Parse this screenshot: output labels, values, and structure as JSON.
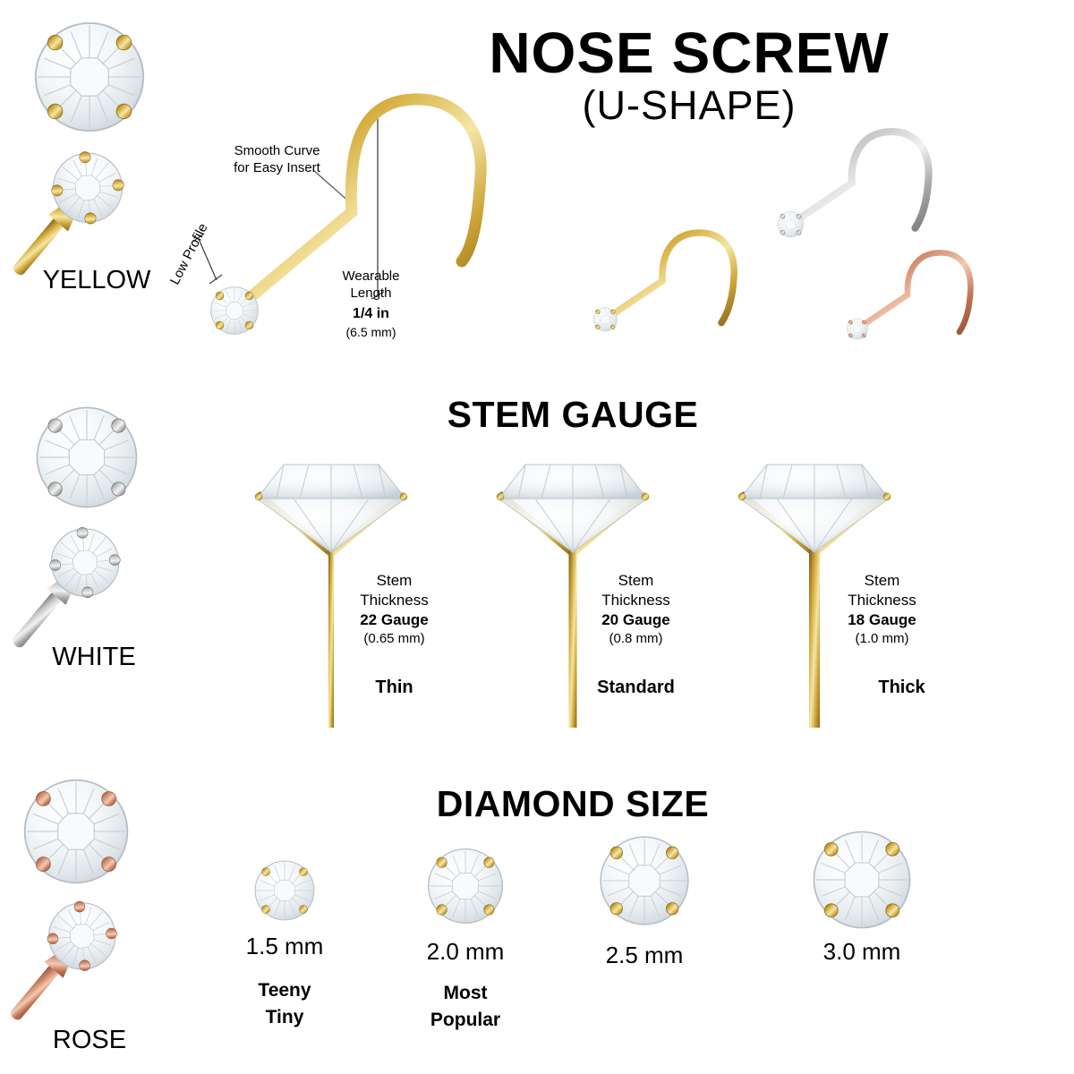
{
  "header": {
    "title": "NOSE SCREW",
    "subtitle": "(U-SHAPE)"
  },
  "metal_colors": [
    {
      "id": "yellow",
      "label": "YELLOW",
      "hex": "#d4af37"
    },
    {
      "id": "white",
      "label": "WHITE",
      "hex": "#c6c6c6"
    },
    {
      "id": "rose",
      "label": "ROSE",
      "hex": "#cf8a6a"
    }
  ],
  "diagram": {
    "smooth_curve_note": "Smooth Curve\nfor Easy Insert",
    "low_profile_note": "Low Profile",
    "wearable_length_label": "Wearable Length",
    "wearable_length_value": "1/4 in",
    "wearable_length_metric": "(6.5 mm)"
  },
  "stem_gauge": {
    "section_title": "STEM GAUGE",
    "items": [
      {
        "label_line1": "Stem",
        "label_line2": "Thickness",
        "gauge": "22 Gauge",
        "metric": "(0.65 mm)",
        "name": "Thin"
      },
      {
        "label_line1": "Stem",
        "label_line2": "Thickness",
        "gauge": "20 Gauge",
        "metric": "(0.8 mm)",
        "name": "Standard"
      },
      {
        "label_line1": "Stem",
        "label_line2": "Thickness",
        "gauge": "18 Gauge",
        "metric": "(1.0 mm)",
        "name": "Thick"
      }
    ]
  },
  "diamond_size": {
    "section_title": "DIAMOND SIZE",
    "items": [
      {
        "size": "1.5 mm",
        "note": "Teeny\nTiny"
      },
      {
        "size": "2.0 mm",
        "note": "Most\nPopular"
      },
      {
        "size": "2.5 mm",
        "note": ""
      },
      {
        "size": "3.0 mm",
        "note": ""
      }
    ]
  }
}
